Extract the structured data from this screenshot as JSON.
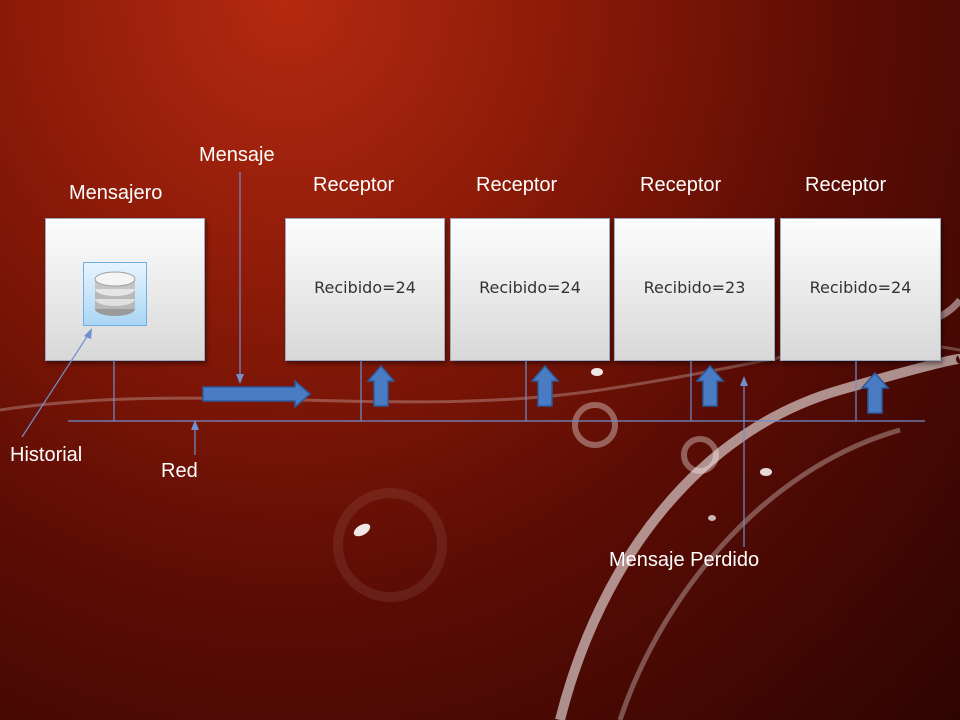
{
  "labels": {
    "mensaje": "Mensaje",
    "mensajero": "Mensajero",
    "historial": "Historial",
    "red": "Red",
    "perdido": "Mensaje Perdido"
  },
  "receivers": [
    {
      "label": "Receptor",
      "value": "Recibido=24"
    },
    {
      "label": "Receptor",
      "value": "Recibido=24"
    },
    {
      "label": "Receptor",
      "value": "Recibido=23"
    },
    {
      "label": "Receptor",
      "value": "Recibido=24"
    }
  ],
  "icons": {
    "messenger": "database-icon",
    "send": "right-arrow-icon",
    "receive": "up-arrow-icon"
  },
  "colors": {
    "box_border": "#9aa8c0",
    "line": "#6f8fcf",
    "arrow": "#4a7cc4",
    "text": "#ffffff"
  }
}
